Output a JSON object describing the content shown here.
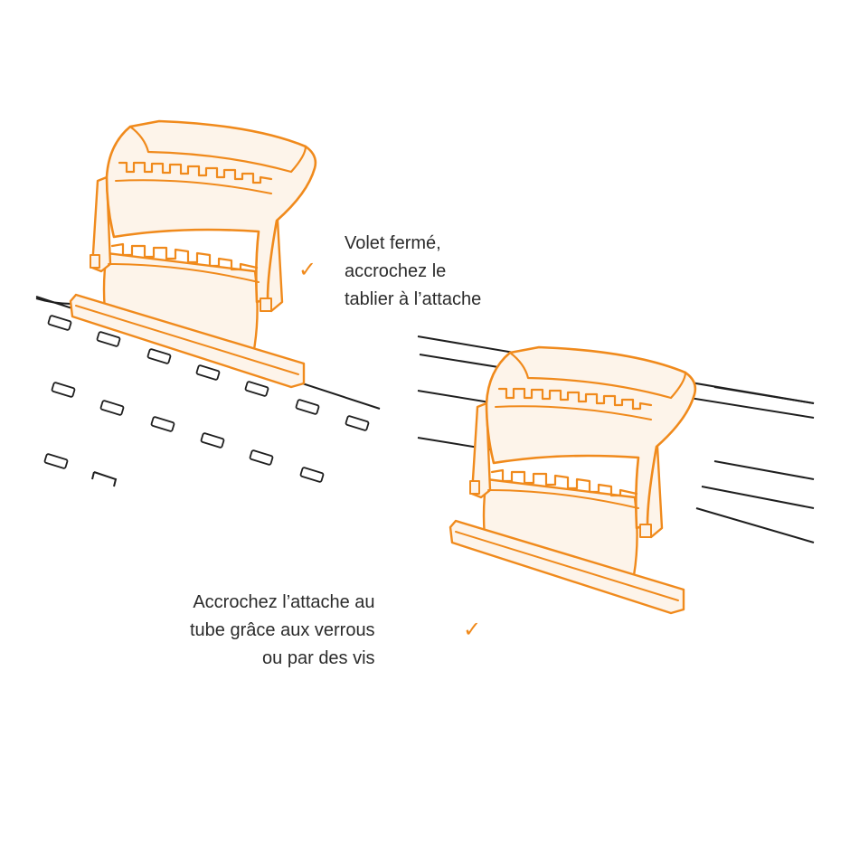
{
  "colors": {
    "accent": "#f08a1c",
    "fill": "#fdf4ea",
    "line": "#1f1f1f",
    "text": "#2b2b2b",
    "background": "#ffffff"
  },
  "step_1": {
    "caption": [
      "Volet fermé,",
      "accrochez le",
      "tablier à l’attache"
    ],
    "check_icon": "check-mark-icon",
    "check_symbol": "✓"
  },
  "step_2": {
    "caption": [
      "Accrochez l’attache au",
      "tube grâce aux verrous",
      "ou par des vis"
    ],
    "check_icon": "check-mark-icon",
    "check_symbol": "✓"
  }
}
